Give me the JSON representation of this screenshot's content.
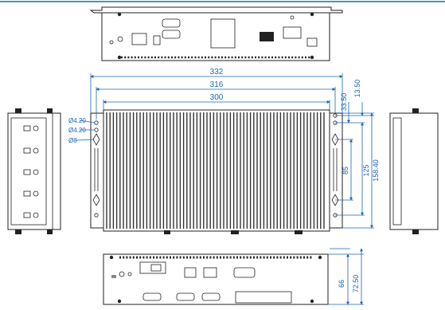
{
  "colors": {
    "dimension": "#1a66b8",
    "outline": "#222222",
    "top_rule": "#4a9aa6",
    "background": "#ffffff"
  },
  "dimensions": {
    "width_overall": "332",
    "width_holes": "316",
    "width_body": "300",
    "height_overall": "158.40",
    "height_holes": "125",
    "height_slot": "85",
    "offset_1": "33.50",
    "offset_2": "13.50",
    "depth_body": "66",
    "depth_overall": "72.50"
  },
  "hole_callouts": [
    "Ø4.20",
    "Ø4.20",
    "Ø8"
  ],
  "icon_names": [
    "mounting-hole-icon",
    "keyhole-slot-icon",
    "screw-icon"
  ]
}
